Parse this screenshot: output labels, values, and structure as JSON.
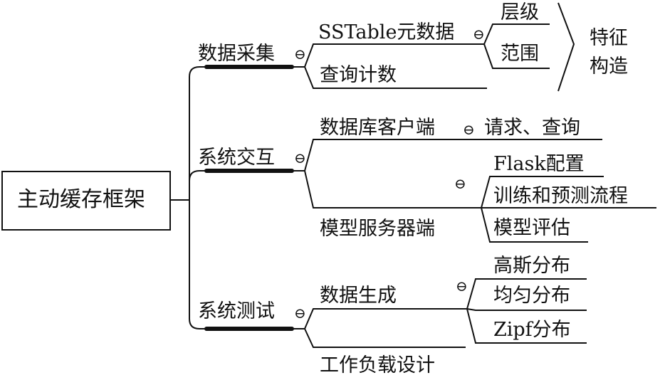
{
  "root": "主动缓存框架",
  "branches": [
    {
      "label": "数据采集",
      "children": [
        {
          "label": "SSTable元数据",
          "children": [
            "层级",
            "范围"
          ]
        },
        {
          "label": "查询计数"
        }
      ]
    },
    {
      "label": "系统交互",
      "children": [
        {
          "label": "数据库客户端",
          "children": [
            "请求、查询"
          ]
        },
        {
          "label": "模型服务器端",
          "children": [
            "Flask配置",
            "训练和预测流程",
            "模型评估"
          ]
        }
      ]
    },
    {
      "label": "系统测试",
      "children": [
        {
          "label": "数据生成",
          "children": [
            "高斯分布",
            "均匀分布",
            "Zipf分布"
          ]
        },
        {
          "label": "工作负载设计"
        }
      ]
    }
  ],
  "annotation": {
    "line1": "特征",
    "line2": "构造"
  },
  "toggle_glyph": "⊖"
}
